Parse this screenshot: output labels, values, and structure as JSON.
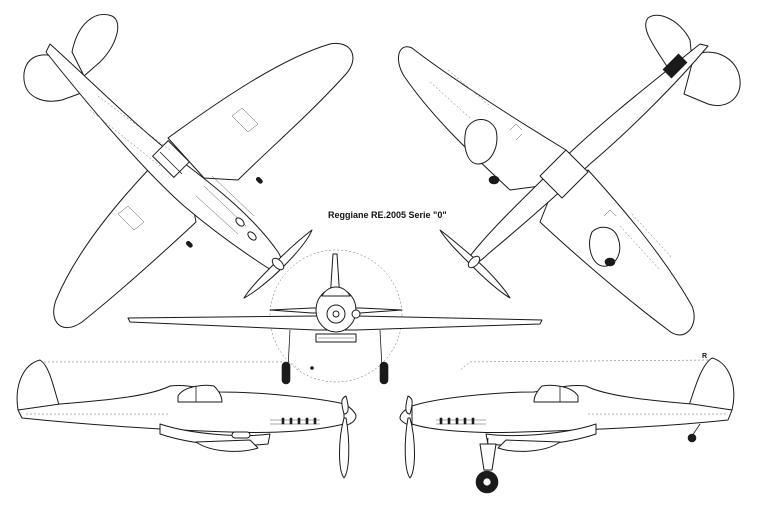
{
  "drawing": {
    "title": "Reggiane RE.2005 Serie \"0\"",
    "view_marker": "R"
  },
  "views": [
    {
      "name": "top-view"
    },
    {
      "name": "bottom-view"
    },
    {
      "name": "front-view"
    },
    {
      "name": "left-profile"
    },
    {
      "name": "right-profile"
    }
  ]
}
